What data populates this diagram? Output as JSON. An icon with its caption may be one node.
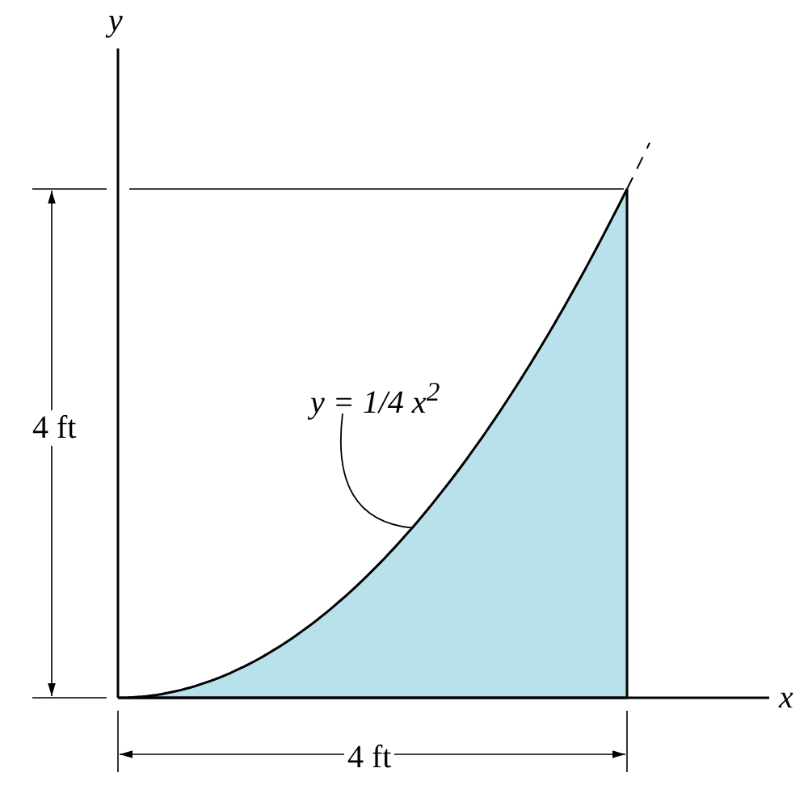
{
  "diagram": {
    "nodes": [
      {
        "text": [
          "y = 1/4 x$^{2}$"
        ]
      },
      {
        "text": [],
        "shape": "area"
      }
    ],
    "edges": [
      {
        "from": 0,
        "to": 1,
        "arrow": "none"
      }
    ],
    "labels": [
      "y",
      "4 ft",
      "x",
      "4 ft"
    ]
  }
}
